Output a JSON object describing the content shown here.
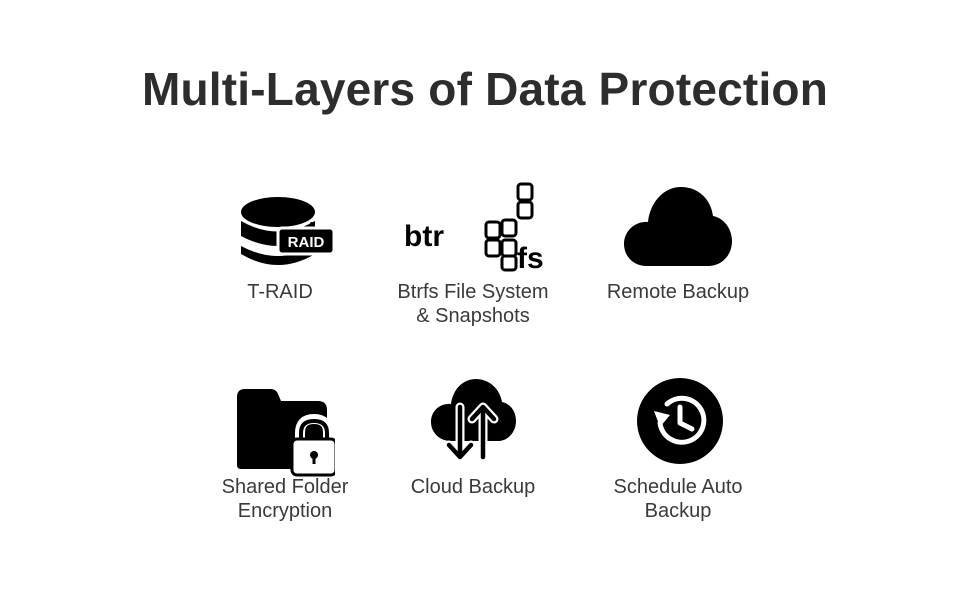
{
  "header": {
    "title": "Multi-Layers of Data Protection"
  },
  "features": [
    {
      "label": "T-RAID",
      "badge": "RAID",
      "icon": "raid-database-icon"
    },
    {
      "label": "Btrfs File System\n& Snapshots",
      "logo_left": "btr",
      "logo_right": "fs",
      "icon": "btrfs-logo-icon"
    },
    {
      "label": "Remote Backup",
      "icon": "cloud-icon"
    },
    {
      "label": "Shared Folder\nEncryption",
      "icon": "locked-folder-icon"
    },
    {
      "label": "Cloud Backup",
      "icon": "cloud-sync-icon"
    },
    {
      "label": "Schedule Auto\nBackup",
      "icon": "history-clock-icon"
    }
  ],
  "colors": {
    "icon": "#000000",
    "text": "#3a3a3a",
    "title": "#2d2d2d"
  }
}
